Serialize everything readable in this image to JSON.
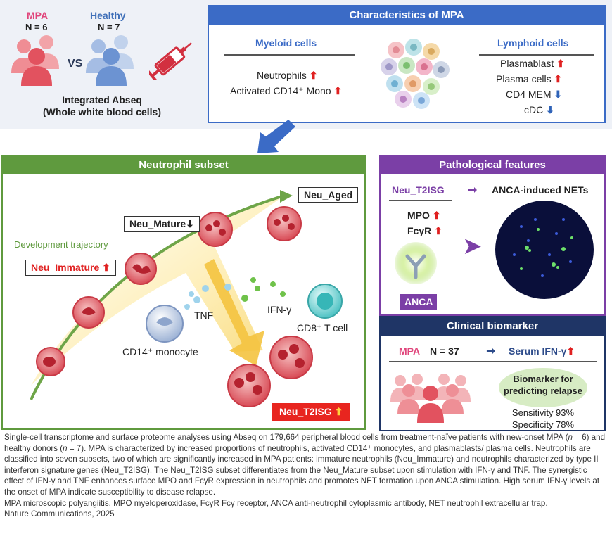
{
  "top": {
    "mpa_label": "MPA",
    "mpa_n": "N = 6",
    "vs": "VS",
    "healthy_label": "Healthy",
    "healthy_n": "N = 7",
    "assay_line1": "Integrated Abseq",
    "assay_line2": "(Whole white blood cells)"
  },
  "characteristics": {
    "title": "Characteristics of MPA",
    "myeloid_heading": "Myeloid cells",
    "lymphoid_heading": "Lymphoid cells",
    "myeloid": [
      {
        "text": "Neutrophils",
        "trend": "up"
      },
      {
        "text": "Activated CD14⁺ Mono",
        "trend": "up"
      }
    ],
    "lymphoid": [
      {
        "text": "Plasmablast",
        "trend": "up"
      },
      {
        "text": "Plasma cells",
        "trend": "up"
      },
      {
        "text": "CD4 MEM",
        "trend": "down"
      },
      {
        "text": "cDC",
        "trend": "down"
      }
    ]
  },
  "neutrophil": {
    "title": "Neutrophil subset",
    "trajectory_label": "Development trajectory",
    "neu_immature": "Neu_Immature",
    "neu_mature": "Neu_Mature",
    "neu_aged": "Neu_Aged",
    "neu_t2isg": "Neu_T2ISG",
    "tnf": "TNF",
    "ifn": "IFN-γ",
    "cd8": "CD8⁺ T cell",
    "cd14": "CD14⁺ monocyte"
  },
  "pathological": {
    "title": "Pathological features",
    "subset": "Neu_T2ISG",
    "outcome": "ANCA-induced NETs",
    "mpo": "MPO",
    "fcgr": "FcγR",
    "anca": "ANCA"
  },
  "clinical": {
    "title": "Clinical biomarker",
    "mpa": "MPA",
    "n": "N = 37",
    "serum": "Serum IFN-γ",
    "bubble_line1": "Biomarker for",
    "bubble_line2": "predicting relapse",
    "sensitivity": "Sensitivity 93%",
    "specificity": "Specificity 78%"
  },
  "caption": {
    "p1": "Single-cell transcriptome and surface proteome analyses using Abseq on 179,664 peripheral blood cells from treatment-naïve patients with new-onset MPA (",
    "n_label": "n",
    "p2": " = 6) and healthy donors (",
    "p3": " = 7). MPA is characterized by increased proportions of neutrophils, activated CD14⁺ monocytes, and plasmablasts/ plasma cells. Neutrophils are classified into seven subsets, two of which are significantly increased in MPA patients: immature neutrophils (Neu_Immature) and neutrophils characterized by type II interferon signature genes (Neu_T2ISG). The Neu_T2ISG subset differentiates from the Neu_Mature subset upon stimulation with IFN-γ and TNF. The synergistic effect of IFN-γ and TNF enhances surface MPO and FcγR expression in neutrophils and promotes NET formation upon ANCA stimulation. High serum IFN-γ levels at the onset of MPA indicate susceptibility to disease relapse.",
    "abbrev": "MPA microscopic polyangiitis, MPO myeloperoxidase, FcγR Fcγ receptor, ANCA anti-neutrophil cytoplasmic antibody, NET neutrophil extracellular trap.",
    "journal": "Nature Communications, 2025"
  },
  "colors": {
    "blue_header": "#3b6bc6",
    "green_header": "#5f9a3e",
    "purple_header": "#7b3fa6",
    "navy_header": "#1f3566",
    "mpa_pink": "#e0457b",
    "up_red": "#e02020",
    "down_blue": "#2f63b8"
  }
}
